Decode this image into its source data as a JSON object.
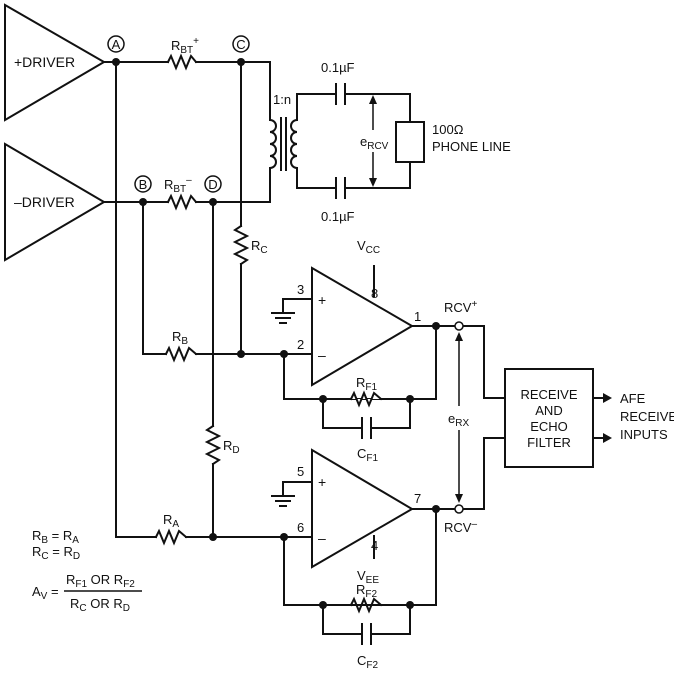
{
  "drivers": {
    "plus": "+DRIVER",
    "minus": "–DRIVER"
  },
  "nodes": {
    "a": "A",
    "b": "B",
    "c": "C",
    "d": "D"
  },
  "resistors": {
    "rbt_plus": {
      "main": "R",
      "sub": "BT",
      "sup": "+"
    },
    "rbt_minus": {
      "main": "R",
      "sub": "BT",
      "sup": "–"
    },
    "rc": {
      "main": "R",
      "sub": "C"
    },
    "rb": {
      "main": "R",
      "sub": "B"
    },
    "rd": {
      "main": "R",
      "sub": "D"
    },
    "ra": {
      "main": "R",
      "sub": "A"
    },
    "rf1": {
      "main": "R",
      "sub": "F1"
    },
    "rf2": {
      "main": "R",
      "sub": "F2"
    }
  },
  "capacitors": {
    "top": "0.1µF",
    "bottom": "0.1µF",
    "cf1": {
      "main": "C",
      "sub": "F1"
    },
    "cf2": {
      "main": "C",
      "sub": "F2"
    }
  },
  "transformer": {
    "ratio": "1:n"
  },
  "line": {
    "ercv": {
      "main": "e",
      "sub": "RCV"
    },
    "value": "100Ω",
    "name": "PHONE LINE"
  },
  "amp1": {
    "supply": {
      "main": "V",
      "sub": "CC"
    },
    "pins": {
      "plus": "3",
      "minus": "2",
      "out": "1",
      "supply": "8"
    },
    "out_label": {
      "main": "RCV",
      "sup": "+"
    }
  },
  "amp2": {
    "supply": {
      "main": "V",
      "sub": "EE"
    },
    "pins": {
      "plus": "5",
      "minus": "6",
      "out": "7",
      "supply": "4"
    },
    "out_label": {
      "main": "RCV",
      "sup": "–"
    }
  },
  "erx": {
    "main": "e",
    "sub": "RX"
  },
  "filter": {
    "line1": "RECEIVE",
    "line2": "AND",
    "line3": "ECHO",
    "line4": "FILTER"
  },
  "afe": {
    "line1": "AFE",
    "line2": "RECEIVE",
    "line3": "INPUTS"
  },
  "equations": {
    "eq1": {
      "l": "R",
      "lsub": "B",
      "mid": " = R",
      "rsub": "A"
    },
    "eq2": {
      "l": "R",
      "lsub": "C",
      "mid": " = R",
      "rsub": "D"
    },
    "av": {
      "main": "A",
      "sub": "V",
      "eq": " ="
    },
    "num": {
      "p1": "R",
      "s1": "F1",
      "mid": " OR R",
      "s2": "F2"
    },
    "den": {
      "p1": "R",
      "s1": "C",
      "mid": " OR R",
      "s2": "D"
    }
  },
  "ground_symbols": 2
}
